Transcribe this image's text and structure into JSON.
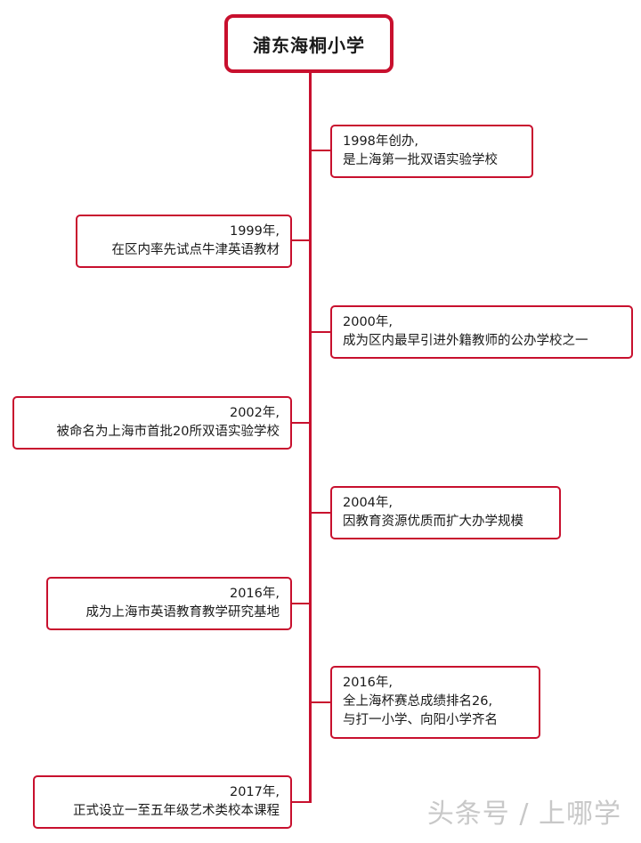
{
  "title": "浦东海桐小学",
  "events": [
    {
      "side": "right",
      "lines": [
        "1998年创办,",
        "是上海第一批双语实验学校"
      ]
    },
    {
      "side": "left",
      "lines": [
        "1999年,",
        "在区内率先试点牛津英语教材"
      ]
    },
    {
      "side": "right",
      "lines": [
        "2000年,",
        "成为区内最早引进外籍教师的公办学校之一"
      ]
    },
    {
      "side": "left",
      "lines": [
        "2002年,",
        "被命名为上海市首批20所双语实验学校"
      ]
    },
    {
      "side": "right",
      "lines": [
        "2004年,",
        "因教育资源优质而扩大办学规模"
      ]
    },
    {
      "side": "left",
      "lines": [
        "2016年,",
        "成为上海市英语教育教学研究基地"
      ]
    },
    {
      "side": "right",
      "lines": [
        "2016年,",
        "全上海杯赛总成绩排名26,",
        "与打一小学、向阳小学齐名"
      ]
    },
    {
      "side": "left",
      "lines": [
        "2017年,",
        "正式设立一至五年级艺术类校本课程"
      ]
    }
  ],
  "watermark": "头条号 / 上哪学"
}
